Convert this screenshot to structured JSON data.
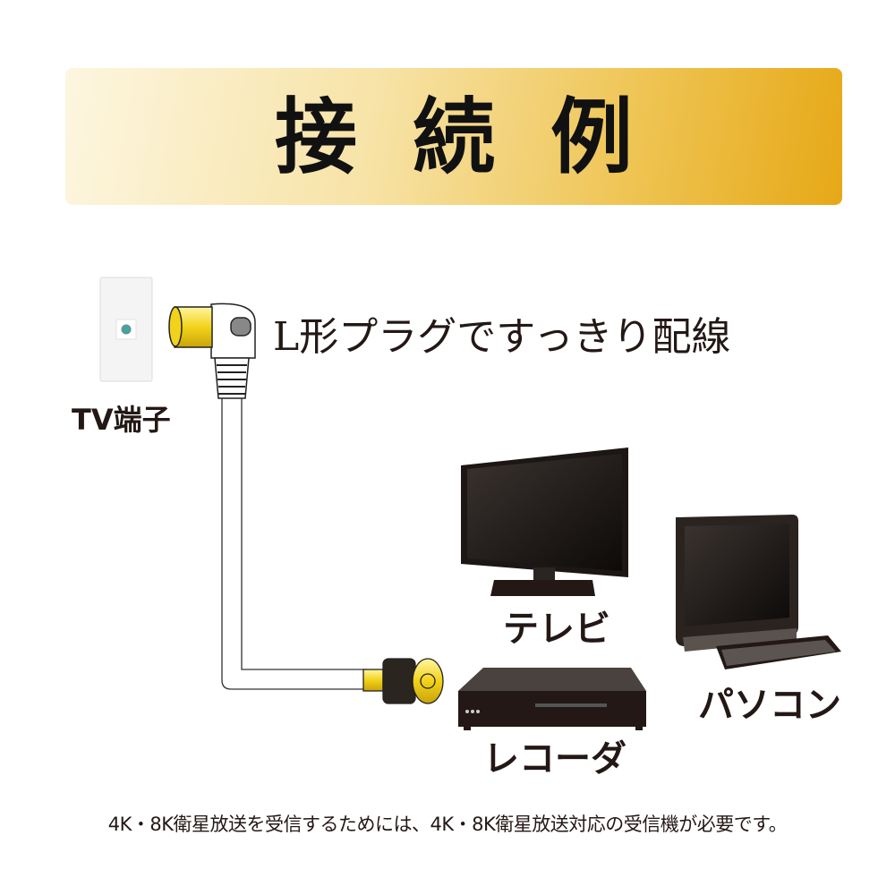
{
  "banner": {
    "title": "接続例"
  },
  "labels": {
    "tv_outlet": "TV端子",
    "catchphrase": "L形プラグですっきり配線",
    "tv": "テレビ",
    "recorder": "レコーダ",
    "pc": "パソコン"
  },
  "footnote": "4K・8K衛星放送を受信するためには、4K・8K衛星放送対応の受信機が必要です。",
  "colors": {
    "gold_light": "#fdf6e0",
    "gold_dark": "#e6a817",
    "plug_yellow": "#f2d21a",
    "device_dark": "#231815"
  }
}
